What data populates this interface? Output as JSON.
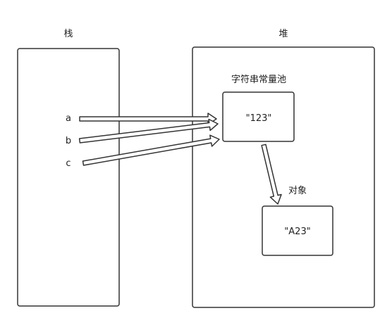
{
  "stack": {
    "label": "栈",
    "vars": [
      "a",
      "b",
      "c"
    ]
  },
  "heap": {
    "label": "堆",
    "pool_label": "字符串常量池",
    "pool_value": "\"123\"",
    "object_label": "对象",
    "object_value": "\"A23\""
  },
  "colors": {
    "stroke": "#333333",
    "fill": "#ffffff",
    "text": "#222222"
  }
}
